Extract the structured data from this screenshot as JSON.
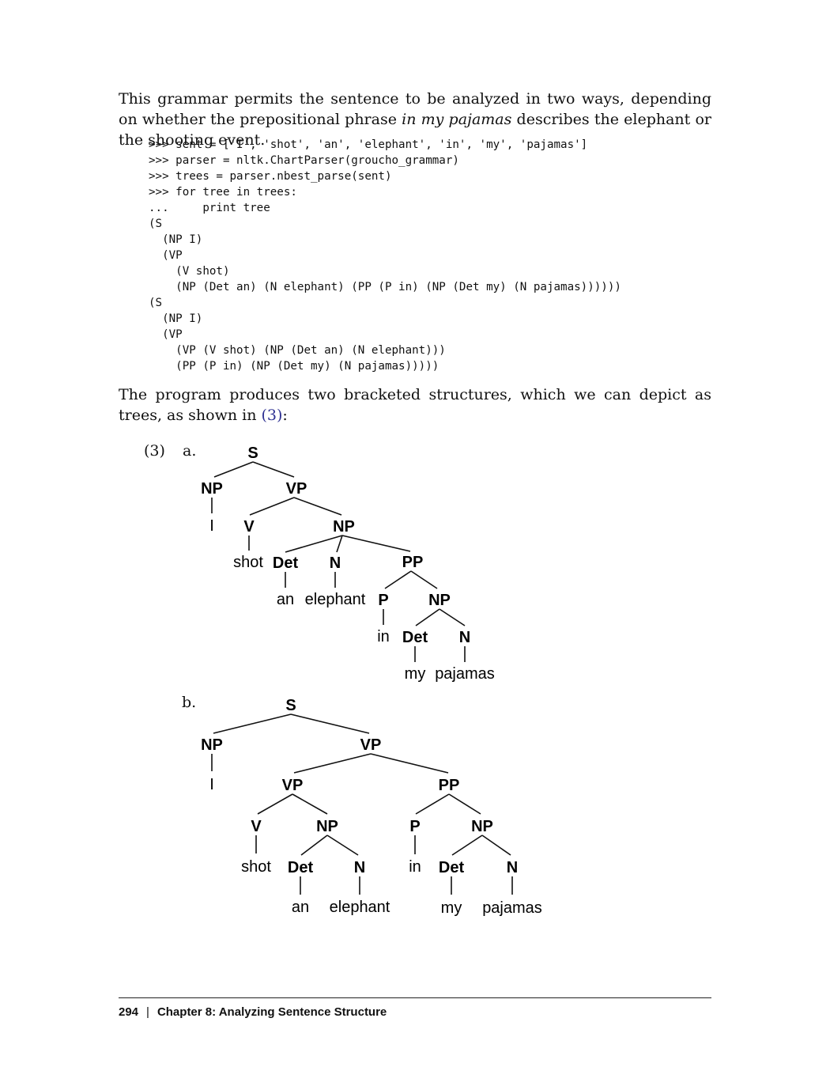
{
  "intro_paragraph": {
    "before": "This grammar permits the sentence to be analyzed in two ways, depending on whether the prepositional phrase ",
    "emph": "in my pajamas",
    "after": " describes the elephant or the shooting event."
  },
  "code_lines": [
    ">>> sent = ['I', 'shot', 'an', 'elephant', 'in', 'my', 'pajamas']",
    ">>> parser = nltk.ChartParser(groucho_grammar)",
    ">>> trees = parser.nbest_parse(sent)",
    ">>> for tree in trees:",
    "...     print tree",
    "(S",
    "  (NP I)",
    "  (VP",
    "    (V shot)",
    "    (NP (Det an) (N elephant) (PP (P in) (NP (Det my) (N pajamas))))))",
    "(S",
    "  (NP I)",
    "  (VP",
    "    (VP (V shot) (NP (Det an) (N elephant)))",
    "    (PP (P in) (NP (Det my) (N pajamas)))))"
  ],
  "second_paragraph": {
    "before": "The program produces two bracketed structures, which we can depict as trees, as shown in ",
    "ref": "(3)",
    "after": ":"
  },
  "example": {
    "number": "(3)",
    "a_label": "a.",
    "b_label": "b."
  },
  "tree_a": {
    "labels": [
      "S",
      "NP",
      "VP",
      "I",
      "V",
      "NP",
      "shot",
      "Det",
      "N",
      "PP",
      "an",
      "elephant",
      "P",
      "NP",
      "in",
      "Det",
      "N",
      "my",
      "pajamas"
    ]
  },
  "tree_b": {
    "labels": [
      "S",
      "NP",
      "VP",
      "I",
      "VP",
      "PP",
      "V",
      "NP",
      "P",
      "NP",
      "shot",
      "Det",
      "N",
      "in",
      "Det",
      "N",
      "an",
      "elephant",
      "my",
      "pajamas"
    ]
  },
  "footer": {
    "page_number": "294",
    "separator": "|",
    "chapter": "Chapter 8:  Analyzing Sentence Structure"
  }
}
